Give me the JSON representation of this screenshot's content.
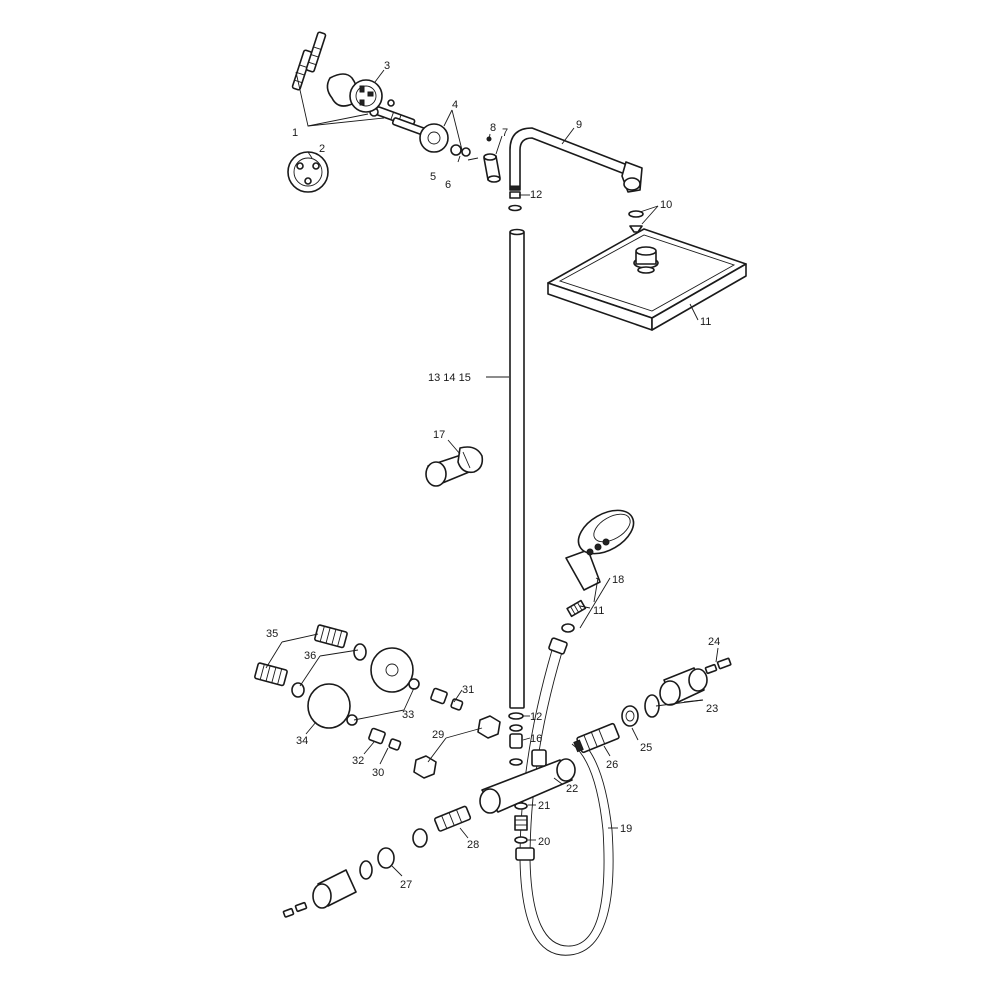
{
  "labels": [
    {
      "id": "l1",
      "text": "1"
    },
    {
      "id": "l2",
      "text": "2"
    },
    {
      "id": "l3",
      "text": "3"
    },
    {
      "id": "l4",
      "text": "4"
    },
    {
      "id": "l5",
      "text": "5"
    },
    {
      "id": "l6",
      "text": "6"
    },
    {
      "id": "l7",
      "text": "7"
    },
    {
      "id": "l8",
      "text": "8"
    },
    {
      "id": "l9",
      "text": "9"
    },
    {
      "id": "l10",
      "text": "10"
    },
    {
      "id": "l11a",
      "text": "11"
    },
    {
      "id": "l11b",
      "text": "11"
    },
    {
      "id": "l12a",
      "text": "12"
    },
    {
      "id": "l12b",
      "text": "12"
    },
    {
      "id": "l13",
      "text": "13 14 15"
    },
    {
      "id": "l16",
      "text": "16"
    },
    {
      "id": "l17",
      "text": "17"
    },
    {
      "id": "l18",
      "text": "18"
    },
    {
      "id": "l19",
      "text": "19"
    },
    {
      "id": "l20",
      "text": "20"
    },
    {
      "id": "l21",
      "text": "21"
    },
    {
      "id": "l22",
      "text": "22"
    },
    {
      "id": "l23",
      "text": "23"
    },
    {
      "id": "l24",
      "text": "24"
    },
    {
      "id": "l25",
      "text": "25"
    },
    {
      "id": "l26",
      "text": "26"
    },
    {
      "id": "l27",
      "text": "27"
    },
    {
      "id": "l28",
      "text": "28"
    },
    {
      "id": "l29",
      "text": "29"
    },
    {
      "id": "l30",
      "text": "30"
    },
    {
      "id": "l31",
      "text": "31"
    },
    {
      "id": "l32",
      "text": "32"
    },
    {
      "id": "l33",
      "text": "33"
    },
    {
      "id": "l34",
      "text": "34"
    },
    {
      "id": "l35",
      "text": "35"
    },
    {
      "id": "l36",
      "text": "36"
    }
  ]
}
